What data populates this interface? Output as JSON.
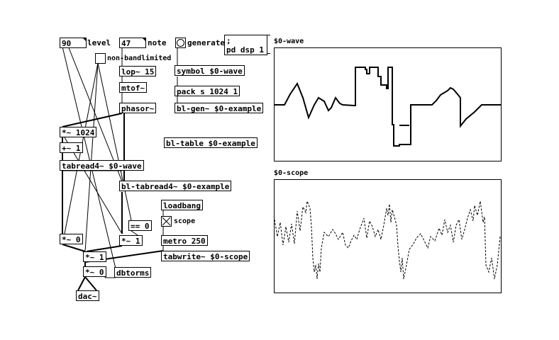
{
  "atoms": {
    "level_value": "90",
    "note_value": "47"
  },
  "labels": {
    "level": "level",
    "note": "note",
    "non_bandlimited": "non-bandlimited",
    "generate": "generate",
    "scope": "scope"
  },
  "messages": {
    "pd_dsp_line1": ";",
    "pd_dsp_line2": "pd dsp 1"
  },
  "objects": {
    "lop": "lop~ 15",
    "mtof": "mtof~",
    "phasor": "phasor~",
    "symbol": "symbol $0-wave",
    "pack": "pack s 1024 1",
    "blgen": "bl-gen~ $0-example",
    "bltable": "bl-table $0-example",
    "mul1024": "*~ 1024",
    "plus1": "+~ 1",
    "tabread4": "tabread4~ $0-wave",
    "bltabread4": "bl-tabread4~ $0-example",
    "loadbang": "loadbang",
    "eq0": "== 0",
    "mul0_left": "*~ 0",
    "mul1_mid": "*~ 1",
    "metro": "metro 250",
    "mul1_low": "*~ 1",
    "tabwrite": "tabwrite~ $0-scope",
    "mul0_low": "*~ 0",
    "dbtorms": "dbtorms",
    "dac": "dac~"
  },
  "toggles": {
    "non_bandlimited_checked": false,
    "scope_checked": true
  },
  "graphs": {
    "wave_title": "$0-wave",
    "scope_title": "$0-scope"
  }
}
